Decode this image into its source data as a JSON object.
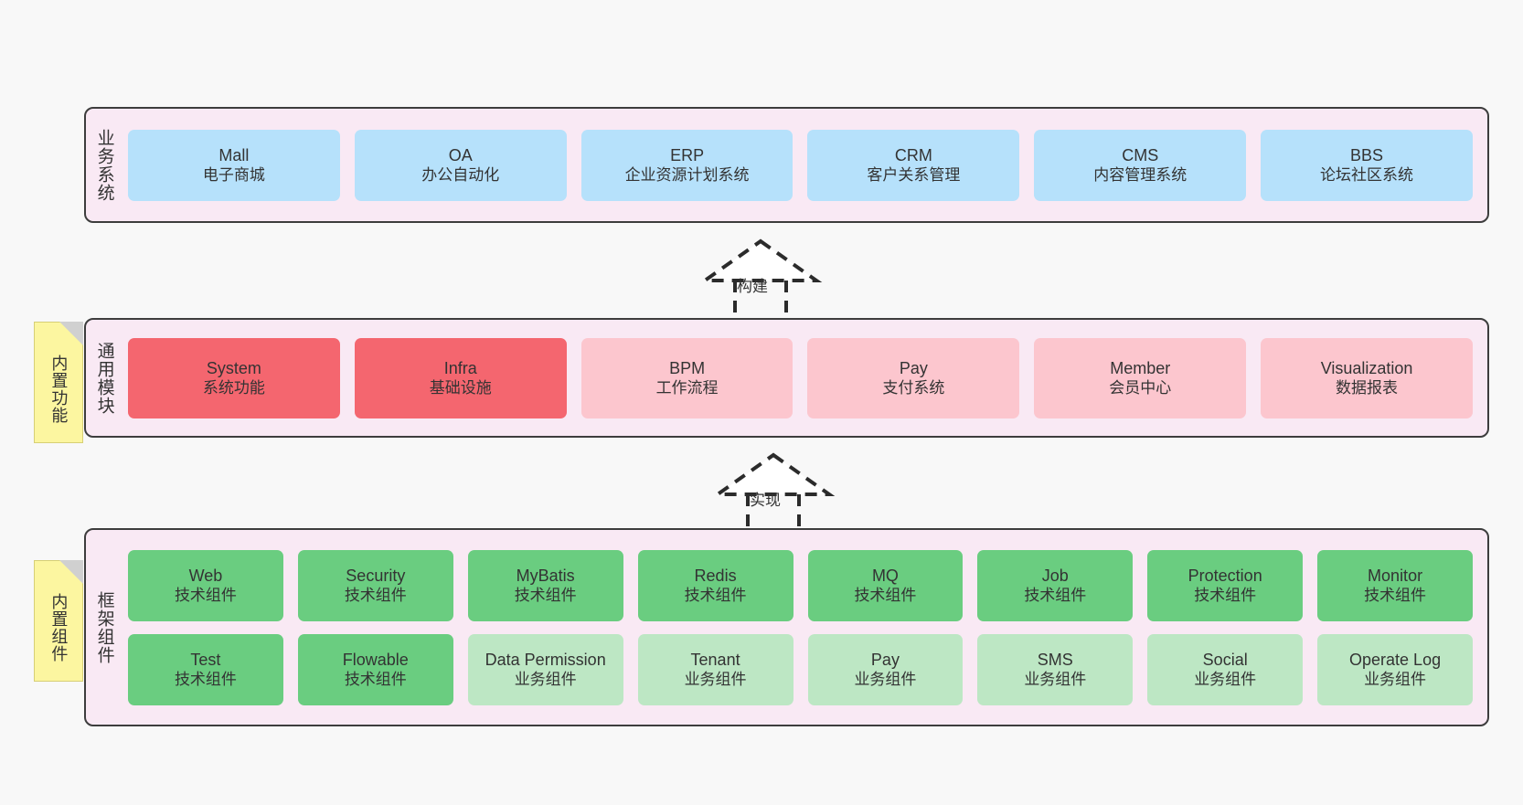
{
  "meta": {
    "bg_color": "#f8f8f8",
    "band_bg": "#f9e9f4",
    "band_border": "#3d3d3d"
  },
  "layers": [
    {
      "id": "business",
      "title": "业务系统",
      "note": null,
      "rows": [
        {
          "cards": [
            {
              "en": "Mall",
              "cn": "电子商城",
              "style": "blue",
              "color": "#b6e1fb"
            },
            {
              "en": "OA",
              "cn": "办公自动化",
              "style": "blue",
              "color": "#b6e1fb"
            },
            {
              "en": "ERP",
              "cn": "企业资源计划系统",
              "style": "blue",
              "color": "#b6e1fb"
            },
            {
              "en": "CRM",
              "cn": "客户关系管理",
              "style": "blue",
              "color": "#b6e1fb"
            },
            {
              "en": "CMS",
              "cn": "内容管理系统",
              "style": "blue",
              "color": "#b6e1fb"
            },
            {
              "en": "BBS",
              "cn": "论坛社区系统",
              "style": "blue",
              "color": "#b6e1fb"
            }
          ]
        }
      ]
    },
    {
      "id": "common-modules",
      "title": "通用模块",
      "note": "内置功能",
      "rows": [
        {
          "cards": [
            {
              "en": "System",
              "cn": "系统功能",
              "style": "red",
              "color": "#f4666f"
            },
            {
              "en": "Infra",
              "cn": "基础设施",
              "style": "red",
              "color": "#f4666f"
            },
            {
              "en": "BPM",
              "cn": "工作流程",
              "style": "pink",
              "color": "#fcc6ce"
            },
            {
              "en": "Pay",
              "cn": "支付系统",
              "style": "pink",
              "color": "#fcc6ce"
            },
            {
              "en": "Member",
              "cn": "会员中心",
              "style": "pink",
              "color": "#fcc6ce"
            },
            {
              "en": "Visualization",
              "cn": "数据报表",
              "style": "pink",
              "color": "#fcc6ce"
            }
          ]
        }
      ]
    },
    {
      "id": "framework",
      "title": "框架组件",
      "note": "内置组件",
      "rows": [
        {
          "cards": [
            {
              "en": "Web",
              "cn": "技术组件",
              "style": "green",
              "color": "#6acd80"
            },
            {
              "en": "Security",
              "cn": "技术组件",
              "style": "green",
              "color": "#6acd80"
            },
            {
              "en": "MyBatis",
              "cn": "技术组件",
              "style": "green",
              "color": "#6acd80"
            },
            {
              "en": "Redis",
              "cn": "技术组件",
              "style": "green",
              "color": "#6acd80"
            },
            {
              "en": "MQ",
              "cn": "技术组件",
              "style": "green",
              "color": "#6acd80"
            },
            {
              "en": "Job",
              "cn": "技术组件",
              "style": "green",
              "color": "#6acd80"
            },
            {
              "en": "Protection",
              "cn": "技术组件",
              "style": "green",
              "color": "#6acd80"
            },
            {
              "en": "Monitor",
              "cn": "技术组件",
              "style": "green",
              "color": "#6acd80"
            }
          ]
        },
        {
          "cards": [
            {
              "en": "Test",
              "cn": "技术组件",
              "style": "green",
              "color": "#6acd80"
            },
            {
              "en": "Flowable",
              "cn": "技术组件",
              "style": "green",
              "color": "#6acd80"
            },
            {
              "en": "Data Permission",
              "cn": "业务组件",
              "style": "lightgreen",
              "color": "#bde7c4"
            },
            {
              "en": "Tenant",
              "cn": "业务组件",
              "style": "lightgreen",
              "color": "#bde7c4"
            },
            {
              "en": "Pay",
              "cn": "业务组件",
              "style": "lightgreen",
              "color": "#bde7c4"
            },
            {
              "en": "SMS",
              "cn": "业务组件",
              "style": "lightgreen",
              "color": "#bde7c4"
            },
            {
              "en": "Social",
              "cn": "业务组件",
              "style": "lightgreen",
              "color": "#bde7c4"
            },
            {
              "en": "Operate Log",
              "cn": "业务组件",
              "style": "lightgreen",
              "color": "#bde7c4"
            }
          ]
        }
      ]
    }
  ],
  "connectors": [
    {
      "id": "build",
      "label": "构建"
    },
    {
      "id": "implement",
      "label": "实现"
    }
  ]
}
